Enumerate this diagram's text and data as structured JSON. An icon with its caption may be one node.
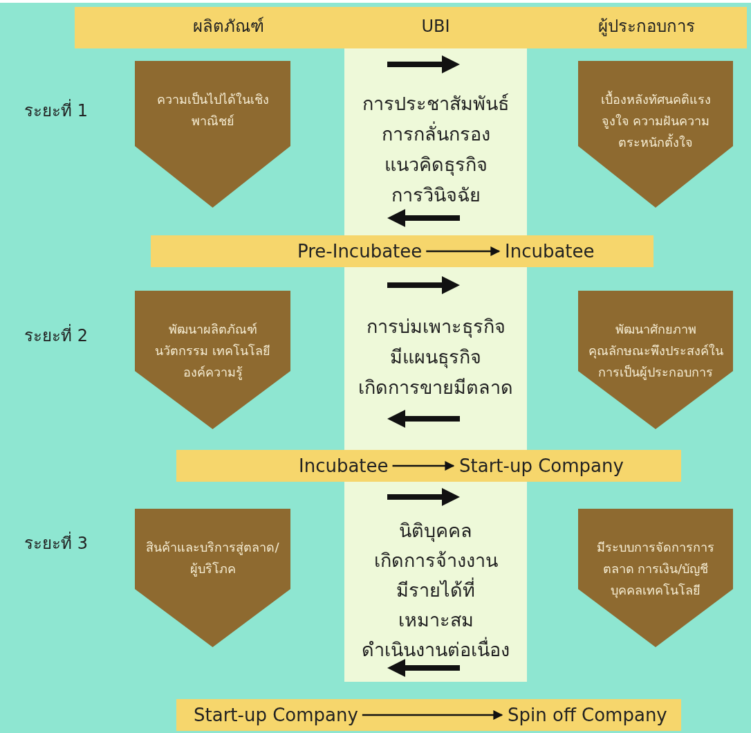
{
  "diagram": {
    "nodes": [
      {
        "text": [
          "ผลิตภัณฑ์",
          "UBI",
          "ผู้ประกอบการ"
        ]
      },
      {
        "text": [
          "ความเป็นไปได้ในเชิงพาณิชย์"
        ]
      },
      {
        "text": [
          "เบื้องหลังทัศนคติแรงจูงใจ ความฝันความตระหนักตั้งใจ"
        ]
      },
      {
        "text": [],
        "shape": "bar"
      },
      {
        "text": [
          "Pre-Incubatee"
        ],
        "in": 3
      },
      {
        "text": [
          "Incubatee"
        ],
        "in": 3
      },
      {
        "text": [
          "พัฒนาผลิตภัณฑ์นวัตกรรม เทคโนโลยีองค์ความรู้"
        ]
      },
      {
        "text": [
          "พัฒนาศักยภาพคุณลักษณะพึงประสงค์ในการเป็นผู้ประกอบการ"
        ]
      },
      {
        "text": [],
        "shape": "bar"
      },
      {
        "text": [
          "Incubatee"
        ],
        "in": 8
      },
      {
        "text": [
          "Start-up Company"
        ],
        "in": 8
      },
      {
        "text": [
          "สินค้าและบริการสู่ตลาด/ผู้บริโภค"
        ]
      },
      {
        "text": [
          "มีระบบการจัดการการตลาด การเงิน/บัญชี บุคคลเทคโนโลยี"
        ]
      },
      {
        "text": [],
        "shape": "bar"
      },
      {
        "text": [
          "Start-up Company"
        ],
        "in": 13
      },
      {
        "text": [
          "Spin off Company"
        ],
        "in": 13
      }
    ],
    "edges": [
      {
        "from": 4,
        "to": 5,
        "arrow": "to"
      },
      {
        "from": 9,
        "to": 10,
        "arrow": "to"
      },
      {
        "from": 14,
        "to": 15,
        "arrow": "to"
      }
    ],
    "labels": [
      "ระยะที่ 1",
      "การประชาสัมพันธ์",
      "การกลั่นกรอง",
      "แนวคิดธุรกิจ",
      "การวินิจฉัย",
      "ระยะที่ 2",
      "การบ่มเพาะธุรกิจ",
      "มีแผนธุรกิจ",
      "เกิดการขายมีตลาด",
      "ระยะที่ 3",
      "นิติบุคคล",
      "เกิดการจ้างงาน",
      "มีรายได้ที่",
      "เหมาะสม",
      "ดำเนินงานต่อเนื่อง"
    ]
  }
}
